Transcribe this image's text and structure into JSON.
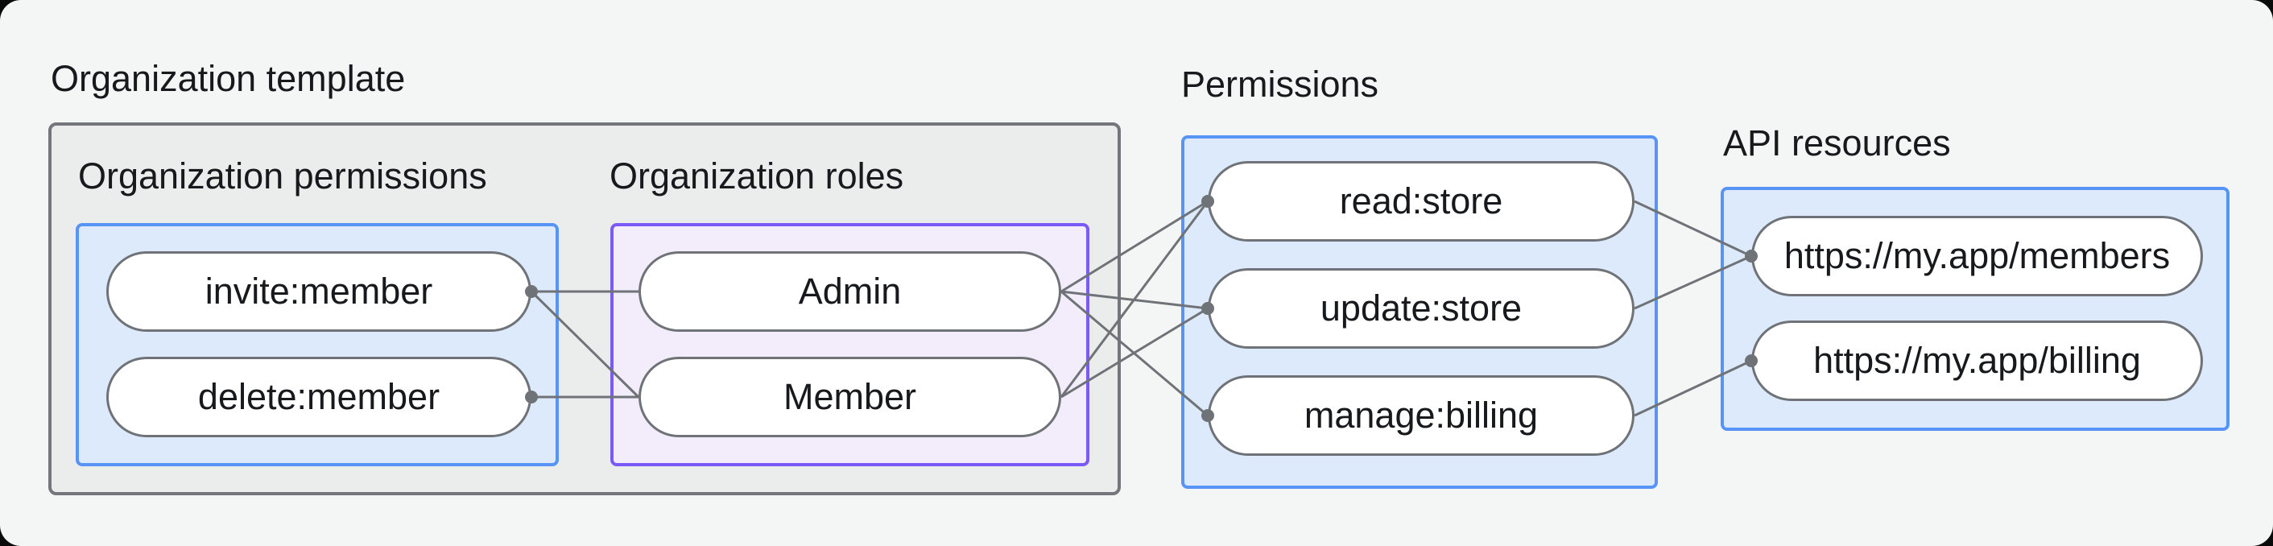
{
  "diagram": {
    "title": "Organization template",
    "sections": {
      "org_permissions": {
        "label": "Organization permissions",
        "nodes": [
          {
            "id": "invite",
            "label": "invite:member"
          },
          {
            "id": "delete",
            "label": "delete:member"
          }
        ]
      },
      "org_roles": {
        "label": "Organization roles",
        "nodes": [
          {
            "id": "admin",
            "label": "Admin"
          },
          {
            "id": "member",
            "label": "Member"
          }
        ]
      },
      "permissions": {
        "label": "Permissions",
        "nodes": [
          {
            "id": "read",
            "label": "read:store"
          },
          {
            "id": "update",
            "label": "update:store"
          },
          {
            "id": "manage",
            "label": "manage:billing"
          }
        ]
      },
      "api_resources": {
        "label": "API resources",
        "nodes": [
          {
            "id": "members",
            "label": "https://my.app/members"
          },
          {
            "id": "billing",
            "label": "https://my.app/billing"
          }
        ]
      }
    },
    "edges": [
      {
        "from": "invite",
        "to": "admin"
      },
      {
        "from": "invite",
        "to": "member"
      },
      {
        "from": "delete",
        "to": "member"
      },
      {
        "from": "admin",
        "to": "read"
      },
      {
        "from": "admin",
        "to": "update"
      },
      {
        "from": "admin",
        "to": "manage"
      },
      {
        "from": "member",
        "to": "read"
      },
      {
        "from": "member",
        "to": "update"
      },
      {
        "from": "read",
        "to": "members"
      },
      {
        "from": "update",
        "to": "members"
      },
      {
        "from": "manage",
        "to": "billing"
      }
    ],
    "colors": {
      "page_background": "#f4f6f6",
      "gray_box_fill": "#ebedec",
      "gray_box_border": "#73767a",
      "blue_box_fill": "#dceafc",
      "blue_box_border": "#5794f6",
      "purple_box_fill": "#f2ecfb",
      "purple_box_border": "#7b5af7",
      "pill_border": "#6f7377",
      "connector": "#6f7377",
      "text": "#17191c"
    }
  }
}
